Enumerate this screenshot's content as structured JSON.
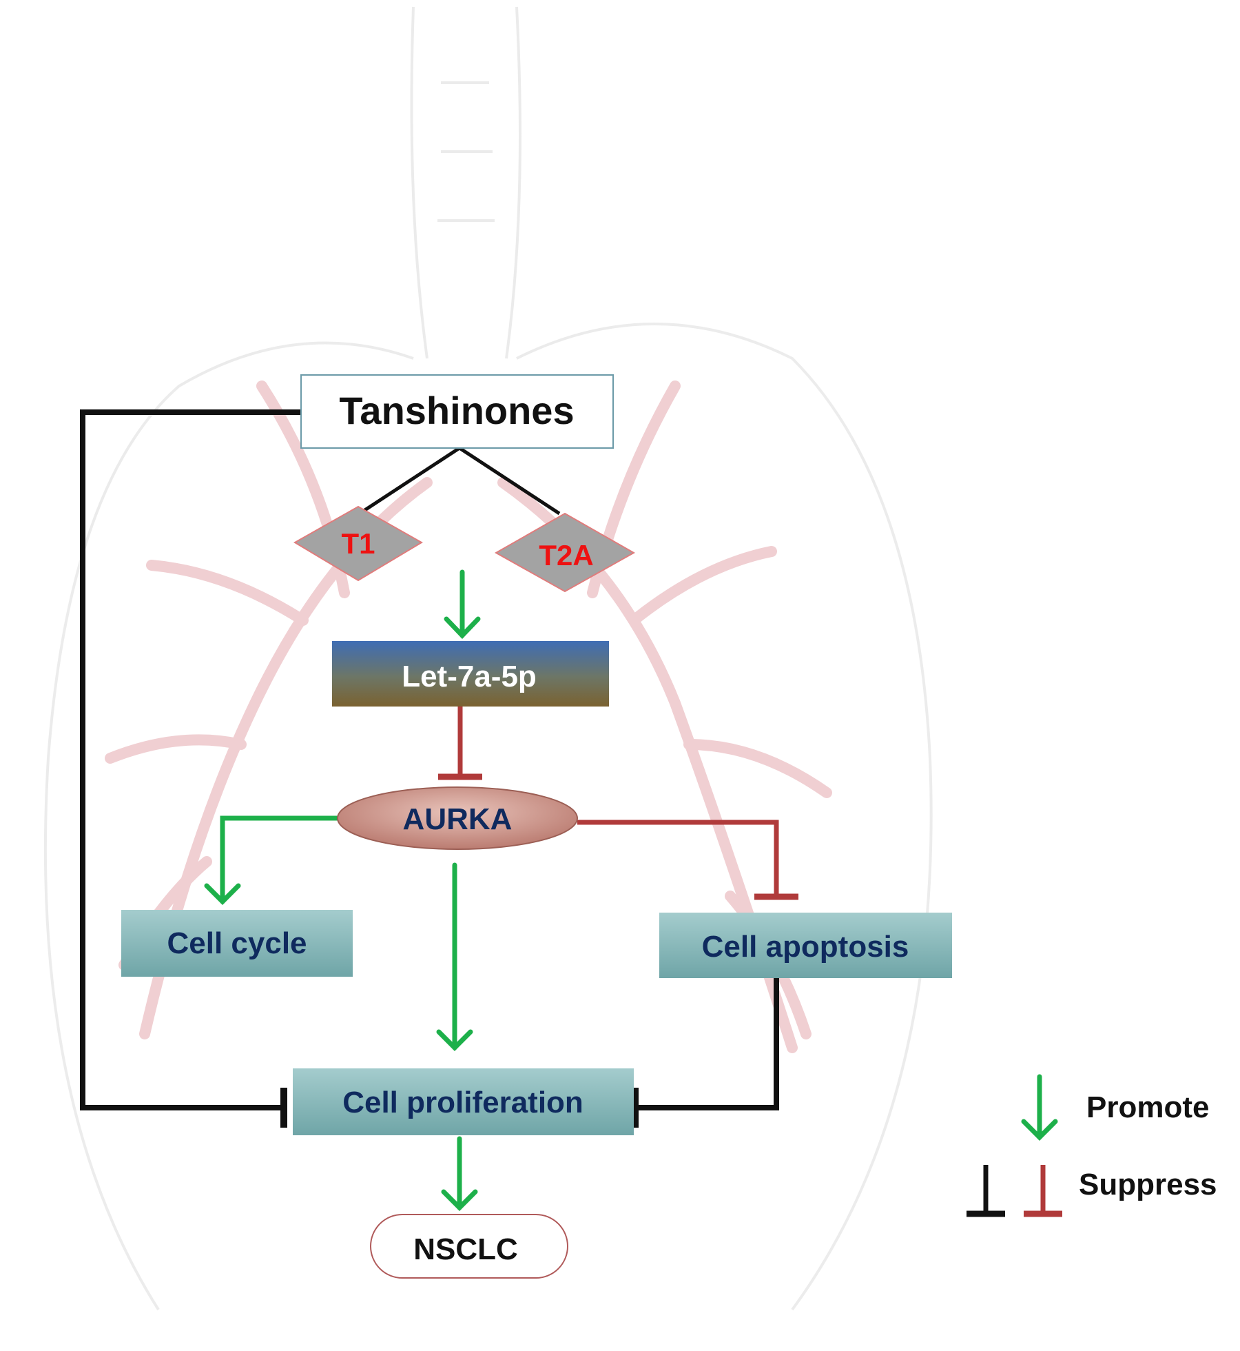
{
  "nodes": {
    "tanshinones": "Tanshinones",
    "t1": "T1",
    "t2a": "T2A",
    "let7a": "Let-7a-5p",
    "aurka": "AURKA",
    "cell_cycle": "Cell cycle",
    "cell_apoptosis": "Cell apoptosis",
    "cell_proliferation": "Cell proliferation",
    "nsclc": "NSCLC"
  },
  "legend": {
    "promote": "Promote",
    "suppress": "Suppress"
  },
  "colors": {
    "promote": "#1db04a",
    "suppress_red": "#b03a3a",
    "suppress_black": "#111111",
    "drug_label": "#ee1111",
    "node_text": "#0f2a5e",
    "box_teal": "#7fb3b5",
    "background_vessels": "#e3a0a8"
  }
}
